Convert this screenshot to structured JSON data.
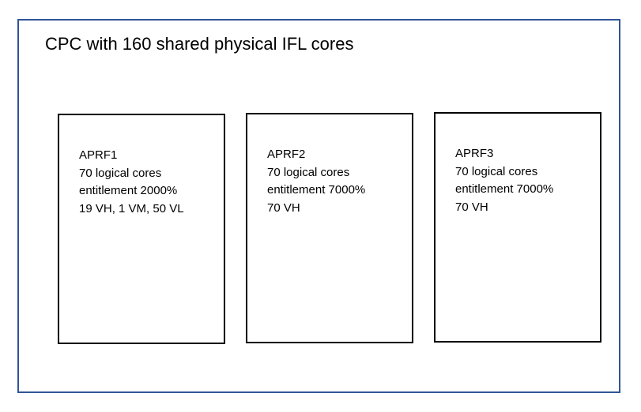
{
  "cpc": {
    "title": "CPC with 160 shared physical IFL cores"
  },
  "lpars": [
    {
      "name": "APRF1",
      "cores": "70 logical cores",
      "entitlement": "entitlement 2000%",
      "vertical": "19 VH, 1 VM, 50 VL"
    },
    {
      "name": "APRF2",
      "cores": "70 logical cores",
      "entitlement": "entitlement 7000%",
      "vertical": "70 VH"
    },
    {
      "name": "APRF3",
      "cores": "70 logical cores",
      "entitlement": "entitlement 7000%",
      "vertical": "70 VH"
    }
  ],
  "colors": {
    "frame_border": "#2f5597",
    "box_border": "#000000"
  }
}
